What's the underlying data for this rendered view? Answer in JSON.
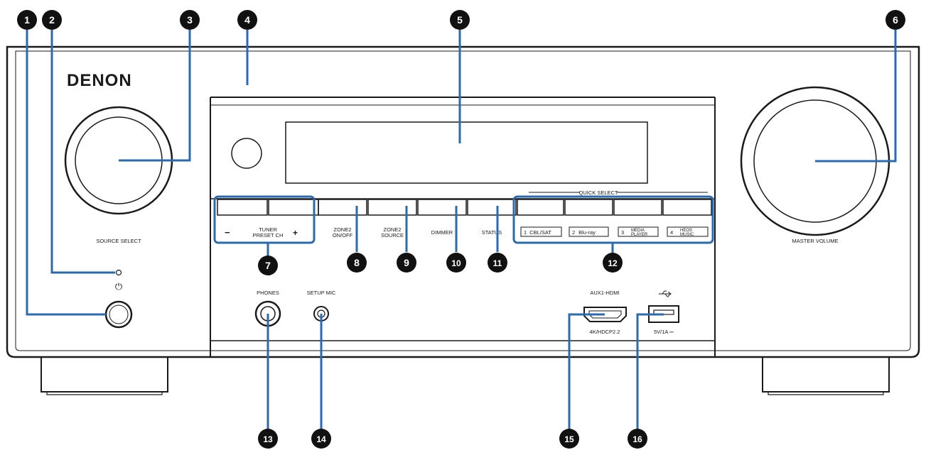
{
  "brand": "DENON",
  "labels": {
    "source_select": "SOURCE SELECT",
    "master_volume": "MASTER VOLUME",
    "tuner_line1": "TUNER",
    "tuner_line2": "PRESET CH",
    "minus": "−",
    "plus": "+",
    "zone2_onoff_1": "ZONE2",
    "zone2_onoff_2": "ON/OFF",
    "zone2_source_1": "ZONE2",
    "zone2_source_2": "SOURCE",
    "dimmer": "DIMMER",
    "status": "STATUS",
    "quick_select": "QUICK SELECT",
    "phones": "PHONES",
    "setup_mic": "SETUP MIC",
    "aux_hdmi": "AUX1-HDMI",
    "hdcp": "4K/HDCP2.2",
    "usb_power": "5V/1A ⎓",
    "power_symbol": "⏻"
  },
  "quick_select": [
    {
      "num": "1",
      "name": "CBL/SAT",
      "name2": ""
    },
    {
      "num": "2",
      "name": "Blu-ray",
      "name2": ""
    },
    {
      "num": "3",
      "name": "MEDIA",
      "name2": "PLAYER"
    },
    {
      "num": "4",
      "name": "HEOS",
      "name2": "MUSIC"
    }
  ],
  "callouts": [
    "1",
    "2",
    "3",
    "4",
    "5",
    "6",
    "7",
    "8",
    "9",
    "10",
    "11",
    "12",
    "13",
    "14",
    "15",
    "16"
  ],
  "colors": {
    "accent": "#2a6ab3",
    "line": "#1a1a1a",
    "callout": "#111111"
  }
}
